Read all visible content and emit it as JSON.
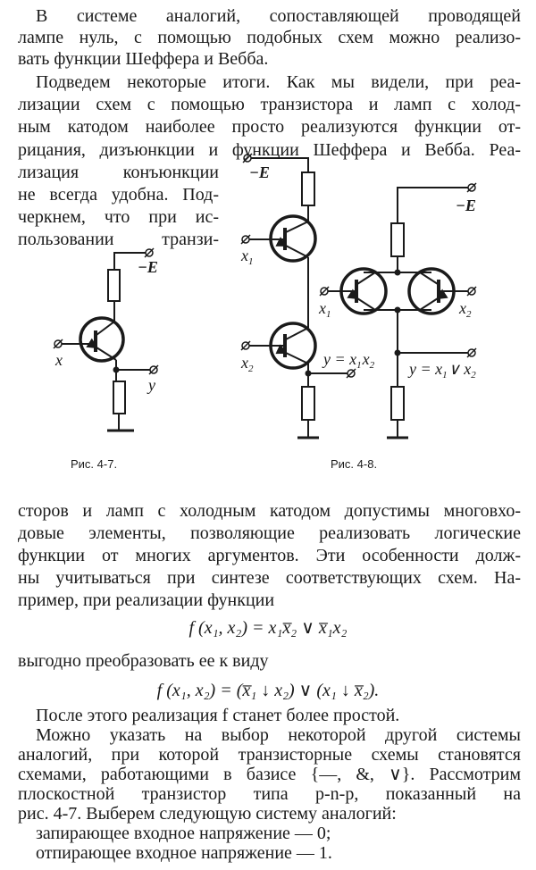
{
  "paragraphs_top": [
    "В системе аналогий, сопоставляющей проводящей",
    "лампе нуль, с помощью подобных схем можно реализо-",
    "вать функции Шеффера и Вебба.",
    "Подведем некоторые итоги. Как мы видели, при реа-",
    "лизации схем с помощью транзистора и ламп с холод-",
    "ным катодом наиболее просто реализуются функции от-",
    "рицания, дизъюнкции и функции Шеффера и Вебба. Реа-"
  ],
  "paragraphs_narrow": [
    "лизация конъюнкции",
    "не всегда удобна. Под-",
    "черкнем, что при ис-",
    "пользовании транзи-"
  ],
  "paragraphs_after_figure": [
    "сторов и ламп с холодным катодом допустимы многовхо-",
    "довые элементы, позволяющие реализовать логические",
    "функции от многих аргументов. Эти особенности долж-",
    "ны учитываться при синтезе соответствующих схем. На-",
    "пример, при реализации функции"
  ],
  "formula_1": "f (x₁,  x₂) = x₁x̅₂ ∨ x̅₁x₂",
  "transition_line": "выгодно преобразовать ее к виду",
  "formula_2": "f (x₁,  x₂) = (x̅₁ ↓ x₂) ∨ (x₁ ↓ x̅₂).",
  "paragraphs_bottom": [
    "После этого реализация f станет более простой.",
    "Можно указать на выбор некоторой другой системы",
    "аналогий, при которой транзисторные схемы становятся",
    "схемами, работающими в базисе {—, &, ∨}. Рассмотрим",
    "плоскостной транзистор типа p-n-p, показанный на",
    "рис. 4-7. Выберем следующую систему аналогий:",
    "запирающее входное напряжение — 0;",
    "отпирающее входное напряжение — 1."
  ],
  "figure_4_7": {
    "caption": "Рис. 4-7.",
    "supply": "−E",
    "input": "x",
    "output": "y"
  },
  "figure_4_8": {
    "caption": "Рис. 4-8.",
    "left_supply": "−E",
    "left_input_1": "x",
    "left_input_2": "x",
    "sub_1": "1",
    "sub_2": "2",
    "left_output": "y = x",
    "right_supply": "−E",
    "right_input_1": "x",
    "right_input_2": "x",
    "right_output_a": "y = x",
    "right_output_b": "∨ x"
  }
}
